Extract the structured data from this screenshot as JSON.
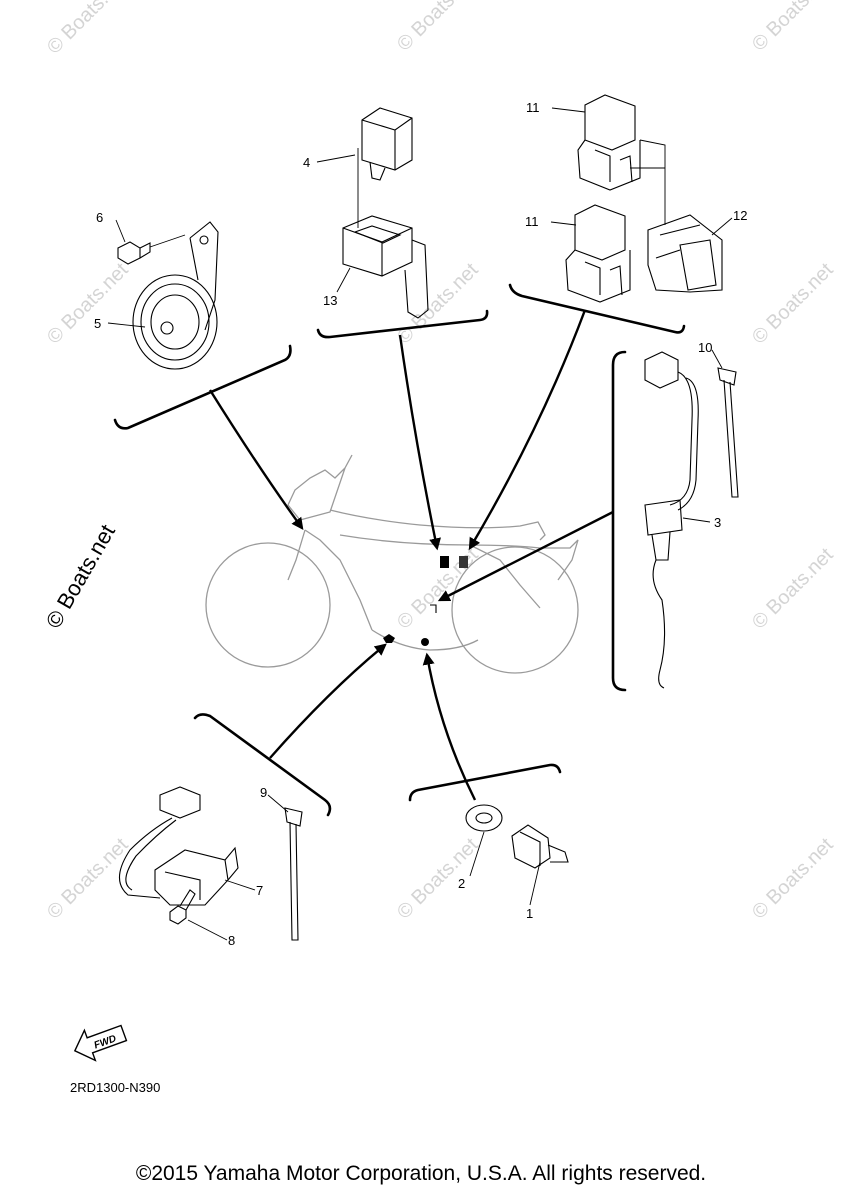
{
  "diagram_code": "2RD1300-N390",
  "fwd_label": "FWD",
  "copyright": "©2015 Yamaha Motor Corporation, U.S.A. All rights reserved.",
  "watermark_text": "© Boats.net",
  "side_watermark_text": "© Boats.net",
  "callouts": {
    "c1": "1",
    "c2": "2",
    "c3": "3",
    "c4": "4",
    "c5": "5",
    "c6": "6",
    "c7": "7",
    "c8": "8",
    "c9": "9",
    "c10": "10",
    "c11a": "11",
    "c11b": "11",
    "c12": "12",
    "c13": "13"
  }
}
